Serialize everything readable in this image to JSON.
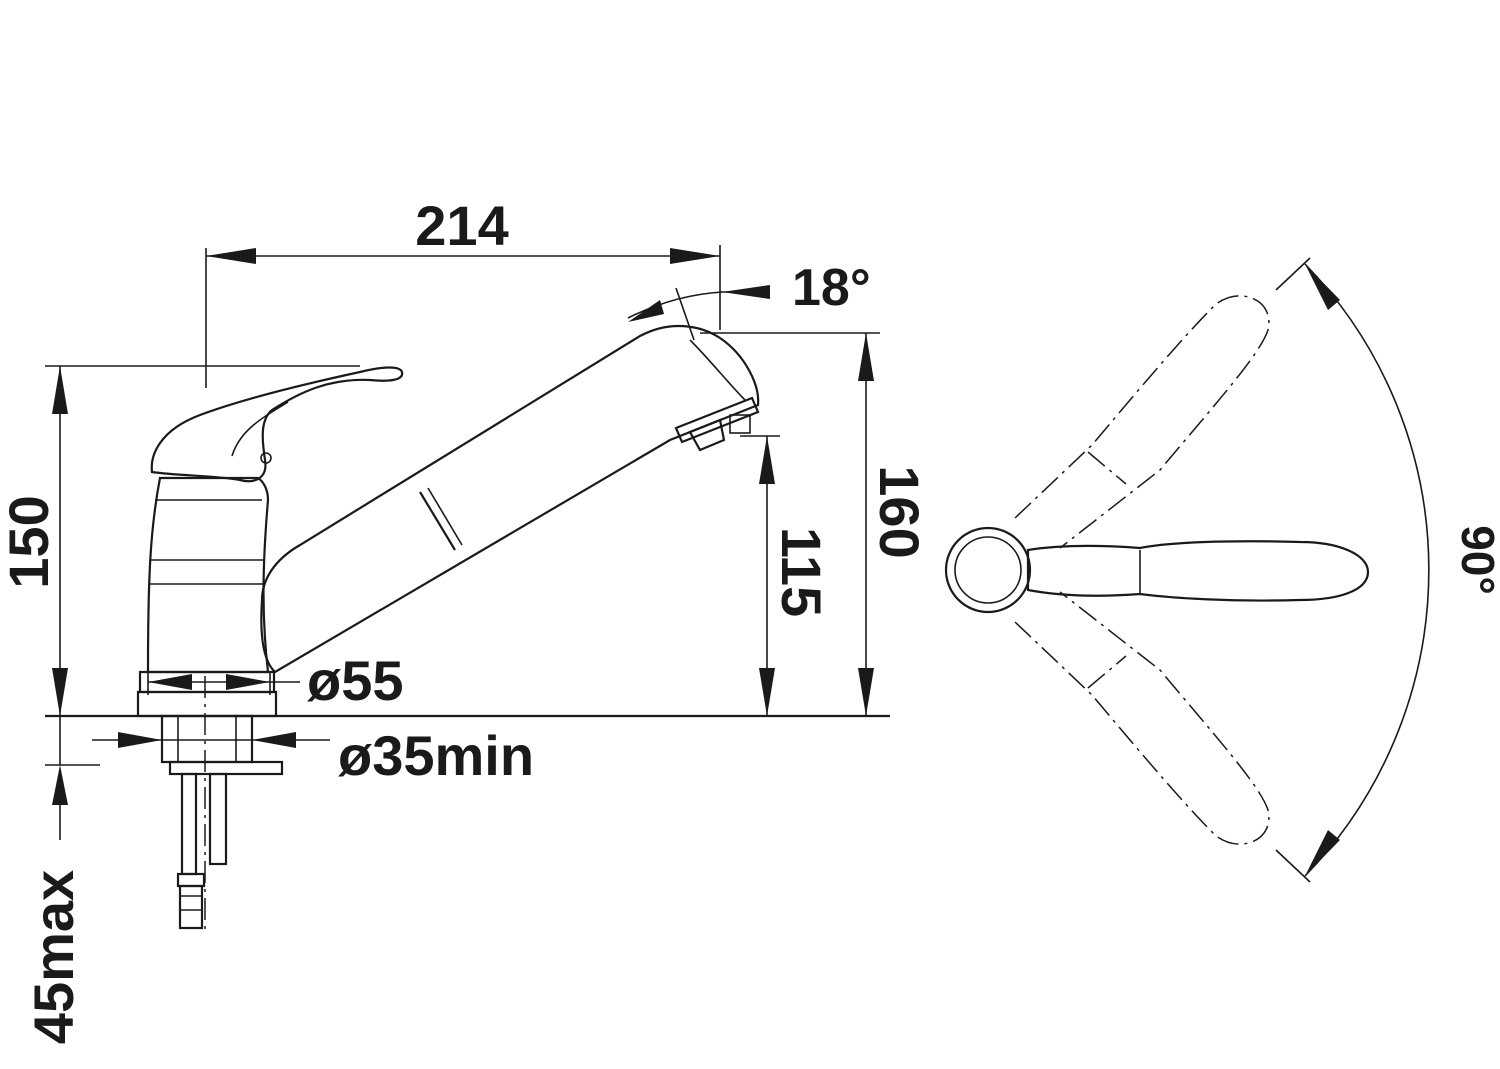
{
  "dimensions": {
    "spout_reach": "214",
    "spout_tilt": "18°",
    "total_height": "150",
    "spout_height": "160",
    "outlet_height": "115",
    "base_diameter": "ø55",
    "hole_diameter": "ø35min",
    "max_counter_thickness": "45max",
    "swivel_angle": "90°"
  },
  "colors": {
    "line": "#1a1a1a",
    "background": "#ffffff"
  }
}
